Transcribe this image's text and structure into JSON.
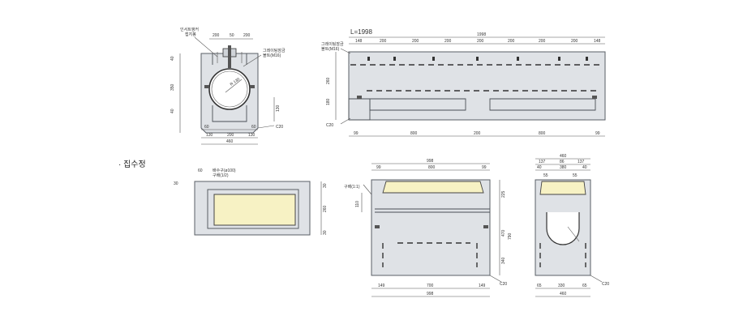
{
  "title": "L=1998",
  "section_label": "· 집수정",
  "top_left": {
    "dims_top": [
      "200",
      "50",
      "200"
    ],
    "dims_left": [
      "40",
      "350",
      "40"
    ],
    "dims_bottom_a": [
      "60",
      "60"
    ],
    "dims_bottom_b": [
      "130",
      "200",
      "130"
    ],
    "dim_total": "460",
    "right_dims": [
      "130"
    ],
    "label_c": "C20",
    "radius": "R 130",
    "note_1": "인서트앵커",
    "note_2": "접지봉",
    "note_3": "그레이팅잠금",
    "note_4": "볼트(M16)"
  },
  "top_right": {
    "segments_top": [
      "148",
      "200",
      "200",
      "200",
      "200",
      "200",
      "200",
      "200",
      "148"
    ],
    "total": "1998",
    "left_dims": [
      "260",
      "180"
    ],
    "bottom_dims": [
      "99",
      "800",
      "200",
      "800",
      "99"
    ],
    "note": "그레이팅잠금",
    "note2": "볼트(M16)",
    "label_c": "C20"
  },
  "bottom_left": {
    "top_dims": [
      "60"
    ],
    "left_dim": "30",
    "right_dims": [
      "30",
      "260",
      "30"
    ],
    "note": "배수구(ø100)",
    "note2": "구배(1/2)"
  },
  "bottom_mid": {
    "top_total": "998",
    "top_dims": [
      "99",
      "800",
      "99"
    ],
    "left_note": "구배(1:1)",
    "left_dim": "110",
    "right_dims": [
      "225",
      "470",
      "790",
      "340"
    ],
    "bottom_dims": [
      "149",
      "700",
      "149"
    ],
    "bottom_total": "998",
    "label_c": "C20"
  },
  "bottom_right": {
    "top_total": "460",
    "top_dims": [
      "137",
      "86",
      "137"
    ],
    "top_dims2": [
      "40",
      "380",
      "40"
    ],
    "inner_dims": [
      "55",
      "55"
    ],
    "bottom_dims": [
      "65",
      "330",
      "65"
    ],
    "bottom_total": "460",
    "label_c": "C20"
  }
}
